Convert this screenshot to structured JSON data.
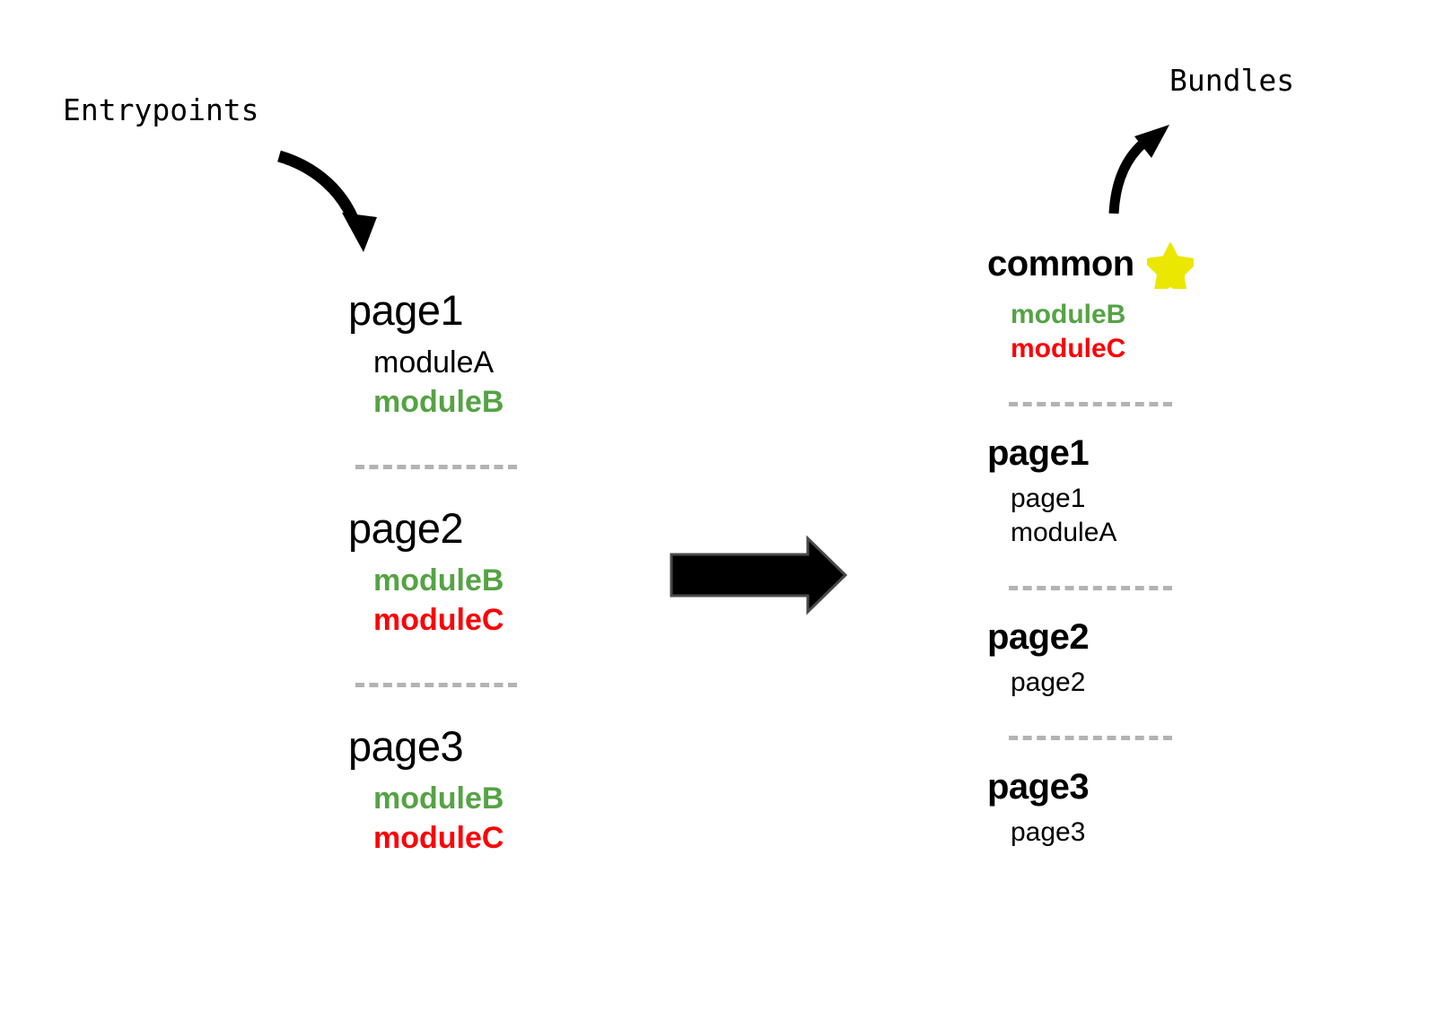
{
  "colors": {
    "background": "#ffffff",
    "text": "#000000",
    "module_green": "#55a344",
    "module_red": "#fb0007",
    "separator": "#b3b3b3",
    "star_yellow": "#ece700",
    "arrow_black": "#000000"
  },
  "captions": {
    "entrypoints": "Entrypoints",
    "bundles": "Bundles"
  },
  "icons": {
    "star": "star-icon",
    "entrypoints_arrow": "curved-arrow-down-right-icon",
    "bundles_arrow": "curved-arrow-up-right-icon",
    "transform_arrow": "block-arrow-right-icon"
  },
  "entrypoints": {
    "groups": [
      {
        "title": "page1",
        "modules": [
          {
            "label": "moduleA",
            "style": "plain"
          },
          {
            "label": "moduleB",
            "style": "green"
          }
        ]
      },
      {
        "title": "page2",
        "modules": [
          {
            "label": "moduleB",
            "style": "green"
          },
          {
            "label": "moduleC",
            "style": "red"
          }
        ]
      },
      {
        "title": "page3",
        "modules": [
          {
            "label": "moduleB",
            "style": "green"
          },
          {
            "label": "moduleC",
            "style": "red"
          }
        ]
      }
    ]
  },
  "bundles": {
    "groups": [
      {
        "title": "common",
        "has_star": true,
        "modules": [
          {
            "label": "moduleB",
            "style": "green"
          },
          {
            "label": "moduleC",
            "style": "red"
          }
        ]
      },
      {
        "title": "page1",
        "has_star": false,
        "modules": [
          {
            "label": "page1",
            "style": "plain"
          },
          {
            "label": "moduleA",
            "style": "plain"
          }
        ]
      },
      {
        "title": "page2",
        "has_star": false,
        "modules": [
          {
            "label": "page2",
            "style": "plain"
          }
        ]
      },
      {
        "title": "page3",
        "has_star": false,
        "modules": [
          {
            "label": "page3",
            "style": "plain"
          }
        ]
      }
    ]
  }
}
